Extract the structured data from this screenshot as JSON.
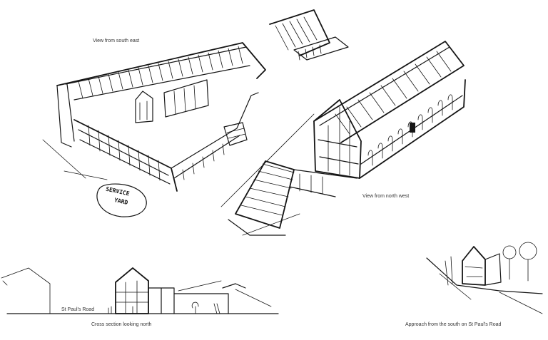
{
  "captions": {
    "south_east": "View from south east",
    "north_west": "View from north west",
    "cross_section": "Cross section looking north",
    "approach": "Approach from the south on St Paul's Road",
    "road_label": "St Paul's Road"
  },
  "handwritten": {
    "yard_line1": "SERVICE",
    "yard_line2": "YARD"
  },
  "colors": {
    "ink": "#151515",
    "caption": "#333333",
    "background": "#ffffff"
  }
}
